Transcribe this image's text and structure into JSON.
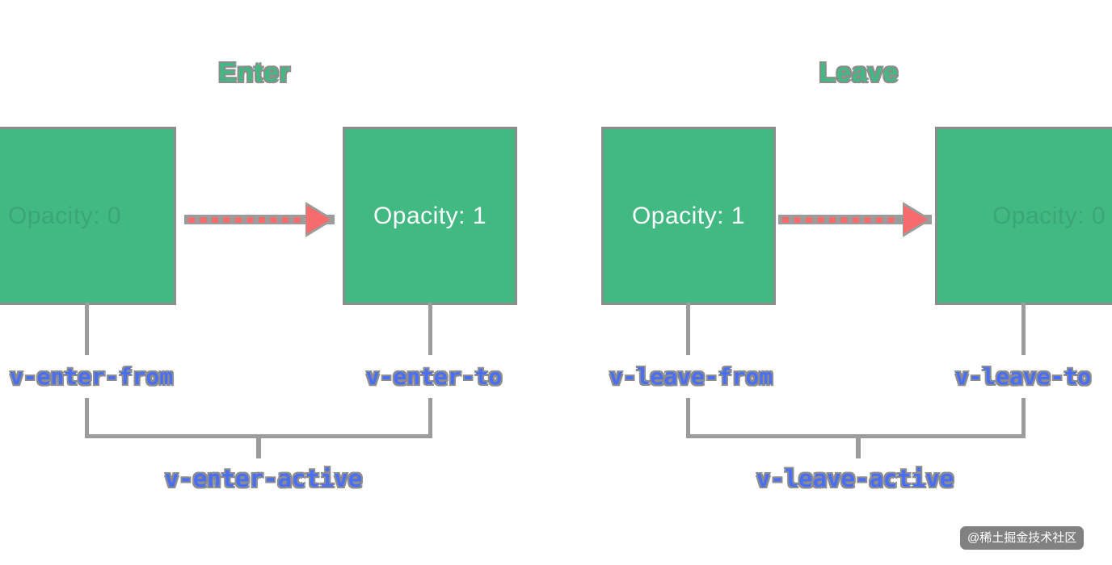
{
  "colors": {
    "green": "#42b883",
    "blue": "#4a6ef5",
    "red": "#f66c6c",
    "gray_line": "#9c9c9c",
    "gray_shadow": "#8d8d8d",
    "white": "#fdfdfd"
  },
  "enter": {
    "title": "Enter",
    "start_box": {
      "label": "Opacity: 0",
      "faded": true
    },
    "end_box": {
      "label": "Opacity: 1",
      "faded": false
    },
    "from_class": "v-enter-from",
    "to_class": "v-enter-to",
    "active_class": "v-enter-active"
  },
  "leave": {
    "title": "Leave",
    "start_box": {
      "label": "Opacity: 1",
      "faded": false
    },
    "end_box": {
      "label": "Opacity: 0",
      "faded": true
    },
    "from_class": "v-leave-from",
    "to_class": "v-leave-to",
    "active_class": "v-leave-active"
  },
  "icons": {
    "enter_arrow": "dashed-arrow-right",
    "leave_arrow": "dashed-arrow-right"
  },
  "watermark": {
    "text": "@稀土掘金技术社区"
  }
}
